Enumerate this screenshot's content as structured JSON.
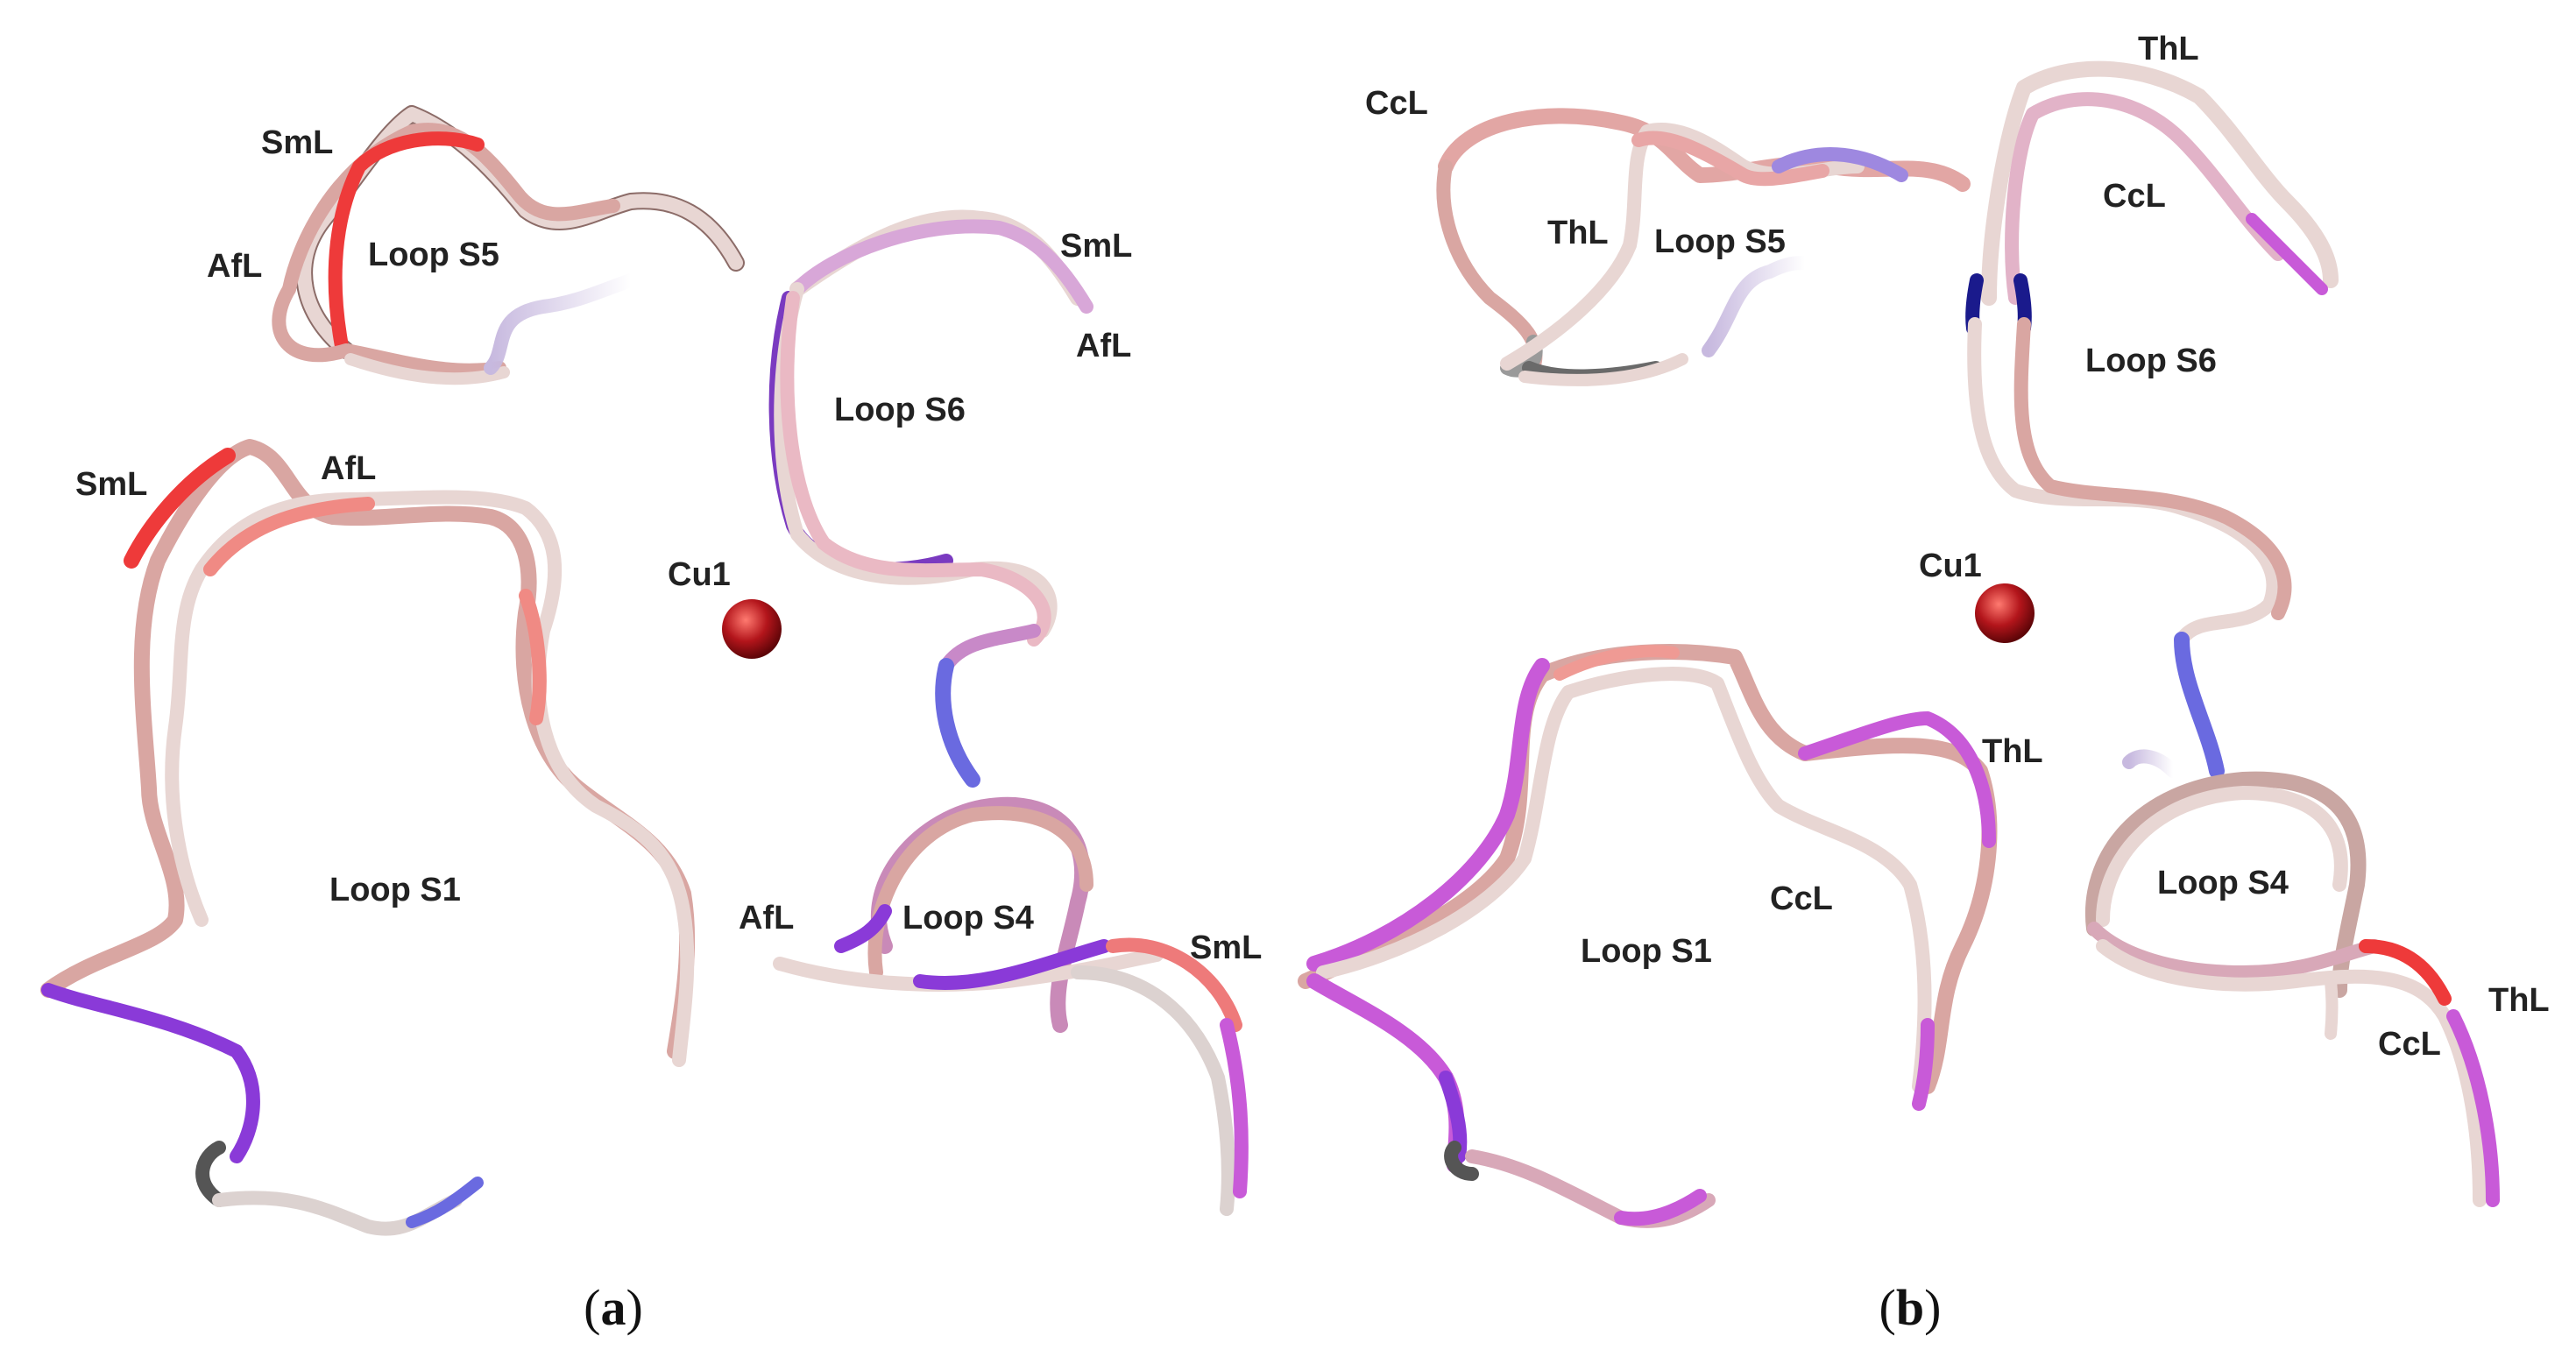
{
  "panels": {
    "a": {
      "caption_open": "(",
      "caption_letter": "a",
      "caption_close": ")",
      "labels": {
        "loop_s5": "Loop S5",
        "loop_s6": "Loop S6",
        "loop_s1": "Loop S1",
        "loop_s4": "Loop S4",
        "cu1": "Cu1",
        "s5_sml": "SmL",
        "s5_afl": "AfL",
        "s6_sml": "SmL",
        "s6_afl": "AfL",
        "s1_sml": "SmL",
        "s1_afl": "AfL",
        "s4_afl": "AfL",
        "s4_sml": "SmL"
      }
    },
    "b": {
      "caption_open": "(",
      "caption_letter": "b",
      "caption_close": ")",
      "labels": {
        "loop_s5": "Loop S5",
        "loop_s6": "Loop S6",
        "loop_s1": "Loop S1",
        "loop_s4": "Loop S4",
        "cu1": "Cu1",
        "s5_ccl": "CcL",
        "s5_thl": "ThL",
        "s6_thl": "ThL",
        "s6_ccl": "CcL",
        "s1_thl": "ThL",
        "s1_ccl": "CcL",
        "s4_thl": "ThL",
        "s4_ccl": "CcL"
      }
    }
  },
  "colors": {
    "tube_light": "#e9c9c6",
    "tube_pink": "#eaa9a6",
    "tube_red": "#ee3a3a",
    "tube_purple": "#8a3ad8",
    "tube_blue": "#6a6ae0",
    "tube_magenta": "#c85ad8",
    "copper_atom": "#b3151b"
  }
}
